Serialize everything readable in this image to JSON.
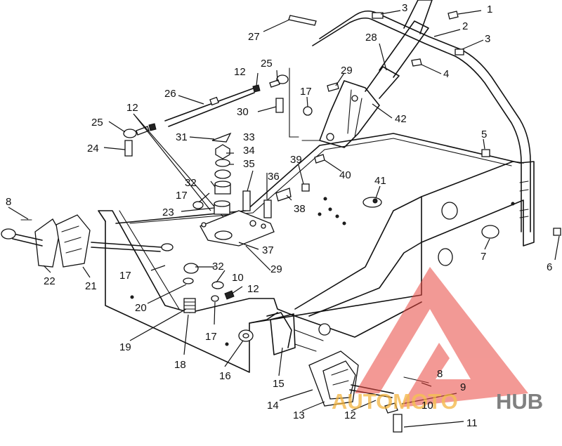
{
  "diagram": {
    "callouts": [
      {
        "id": "c1",
        "label": "1"
      },
      {
        "id": "c2",
        "label": "2"
      },
      {
        "id": "c3a",
        "label": "3"
      },
      {
        "id": "c3b",
        "label": "3"
      },
      {
        "id": "c4",
        "label": "4"
      },
      {
        "id": "c5",
        "label": "5"
      },
      {
        "id": "c6",
        "label": "6"
      },
      {
        "id": "c7",
        "label": "7"
      },
      {
        "id": "c8a",
        "label": "8"
      },
      {
        "id": "c8b",
        "label": "8"
      },
      {
        "id": "c9",
        "label": "9"
      },
      {
        "id": "c10a",
        "label": "10"
      },
      {
        "id": "c10b",
        "label": "10"
      },
      {
        "id": "c11",
        "label": "11"
      },
      {
        "id": "c12a",
        "label": "12"
      },
      {
        "id": "c12b",
        "label": "12"
      },
      {
        "id": "c12c",
        "label": "12"
      },
      {
        "id": "c12d",
        "label": "12"
      },
      {
        "id": "c13",
        "label": "13"
      },
      {
        "id": "c14",
        "label": "14"
      },
      {
        "id": "c15",
        "label": "15"
      },
      {
        "id": "c16",
        "label": "16"
      },
      {
        "id": "c17a",
        "label": "17"
      },
      {
        "id": "c17b",
        "label": "17"
      },
      {
        "id": "c17c",
        "label": "17"
      },
      {
        "id": "c17d",
        "label": "17"
      },
      {
        "id": "c18",
        "label": "18"
      },
      {
        "id": "c19",
        "label": "19"
      },
      {
        "id": "c20",
        "label": "20"
      },
      {
        "id": "c21",
        "label": "21"
      },
      {
        "id": "c22",
        "label": "22"
      },
      {
        "id": "c23",
        "label": "23"
      },
      {
        "id": "c24",
        "label": "24"
      },
      {
        "id": "c25a",
        "label": "25"
      },
      {
        "id": "c25b",
        "label": "25"
      },
      {
        "id": "c26",
        "label": "26"
      },
      {
        "id": "c27",
        "label": "27"
      },
      {
        "id": "c28",
        "label": "28"
      },
      {
        "id": "c29a",
        "label": "29"
      },
      {
        "id": "c29b",
        "label": "29"
      },
      {
        "id": "c30",
        "label": "30"
      },
      {
        "id": "c31",
        "label": "31"
      },
      {
        "id": "c32a",
        "label": "32"
      },
      {
        "id": "c32b",
        "label": "32"
      },
      {
        "id": "c33",
        "label": "33"
      },
      {
        "id": "c34",
        "label": "34"
      },
      {
        "id": "c35",
        "label": "35"
      },
      {
        "id": "c36",
        "label": "36"
      },
      {
        "id": "c37",
        "label": "37"
      },
      {
        "id": "c38",
        "label": "38"
      },
      {
        "id": "c39",
        "label": "39"
      },
      {
        "id": "c40",
        "label": "40"
      },
      {
        "id": "c41",
        "label": "41"
      },
      {
        "id": "c42",
        "label": "42"
      }
    ]
  },
  "watermark": {
    "word_light": "AUTOMOTO",
    "word_dark": "HUB",
    "triangle_color": "#e8473f",
    "light_color": "#f2b23a",
    "dark_color": "#6b6b6b"
  }
}
